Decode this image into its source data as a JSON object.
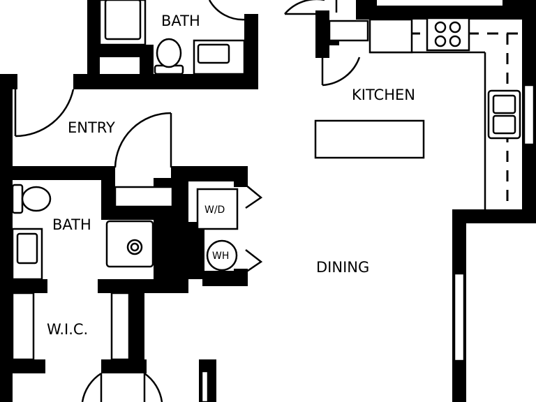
{
  "rooms": {
    "bath_top": "BATH",
    "entry": "ENTRY",
    "kitchen": "KITCHEN",
    "bath_left": "BATH",
    "wic": "W.I.C.",
    "dining": "DINING"
  },
  "appliances": {
    "washer_dryer": "W/D",
    "water_heater": "WH"
  },
  "colors": {
    "wall": "#000000",
    "background": "#ffffff"
  }
}
